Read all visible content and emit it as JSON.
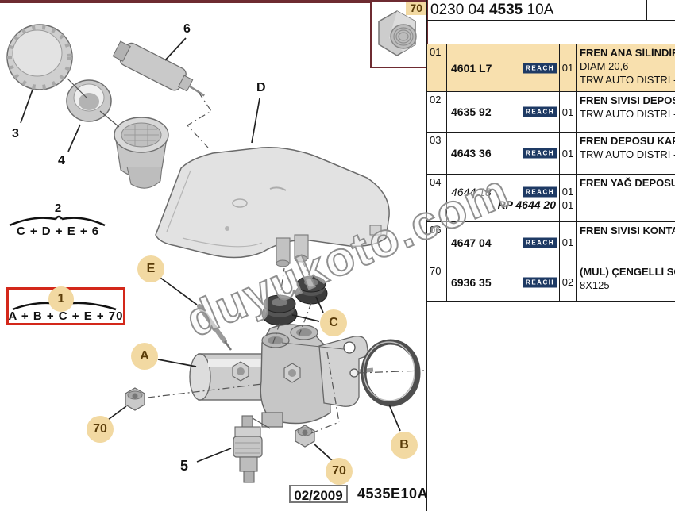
{
  "header": {
    "part1": "0230 04",
    "part2": "4535",
    "part3": "10A"
  },
  "thumbnail": {
    "label": "70"
  },
  "diagram": {
    "labels": {
      "n3": "3",
      "n4": "4",
      "n6": "6",
      "nD": "D",
      "n5": "5"
    },
    "callouts": {
      "e": "E",
      "c": "C",
      "a": "A",
      "b": "B",
      "n70_left": "70",
      "n70_bottom": "70"
    },
    "group2": {
      "num": "2",
      "formula": "C + D + E + 6"
    },
    "group1": {
      "num": "1",
      "formula": "A + B + C + E + 70"
    }
  },
  "table": {
    "reach_label": "REACH",
    "rows": [
      {
        "ref": "01",
        "part": "4601 L7",
        "qty": "01",
        "desc1": "FREN ANA SİLİNDİR",
        "desc2": "DIAM 20,6",
        "desc3": "TRW AUTO DISTRI -",
        "highlighted": true
      },
      {
        "ref": "02",
        "part": "4635 92",
        "qty": "01",
        "desc1": "FREN SIVISI DEPOS",
        "desc2": "TRW AUTO DISTRI -"
      },
      {
        "ref": "03",
        "part": "4643 36",
        "qty": "01",
        "desc1": "FREN DEPOSU KAPA",
        "desc2": "TRW AUTO DISTRI -"
      },
      {
        "ref": "04",
        "part": "4644 18",
        "part_replacement": "RP 4644 20",
        "qty": "01",
        "qty2": "01",
        "desc1": "FREN YAĞ DEPOSU"
      },
      {
        "ref": "06",
        "part": "4647 04",
        "qty": "01",
        "desc1": "FREN SIVISI KONTA"
      },
      {
        "ref": "70",
        "part": "6936 35",
        "qty": "02",
        "desc1": "(MUL) ÇENGELLİ SO",
        "desc2": "8X125"
      }
    ]
  },
  "footer": {
    "date": "02/2009",
    "code": "4535E10A"
  },
  "watermark": {
    "text": "duyukoto.com"
  },
  "colors": {
    "highlight_row": "#f8e0ae",
    "reach_badge": "#1e3a64",
    "callout_bg": "#f2d9a2",
    "callout_text": "#5a3c08",
    "accent_red": "#d3281a",
    "maroon_line": "#6e2b31"
  }
}
